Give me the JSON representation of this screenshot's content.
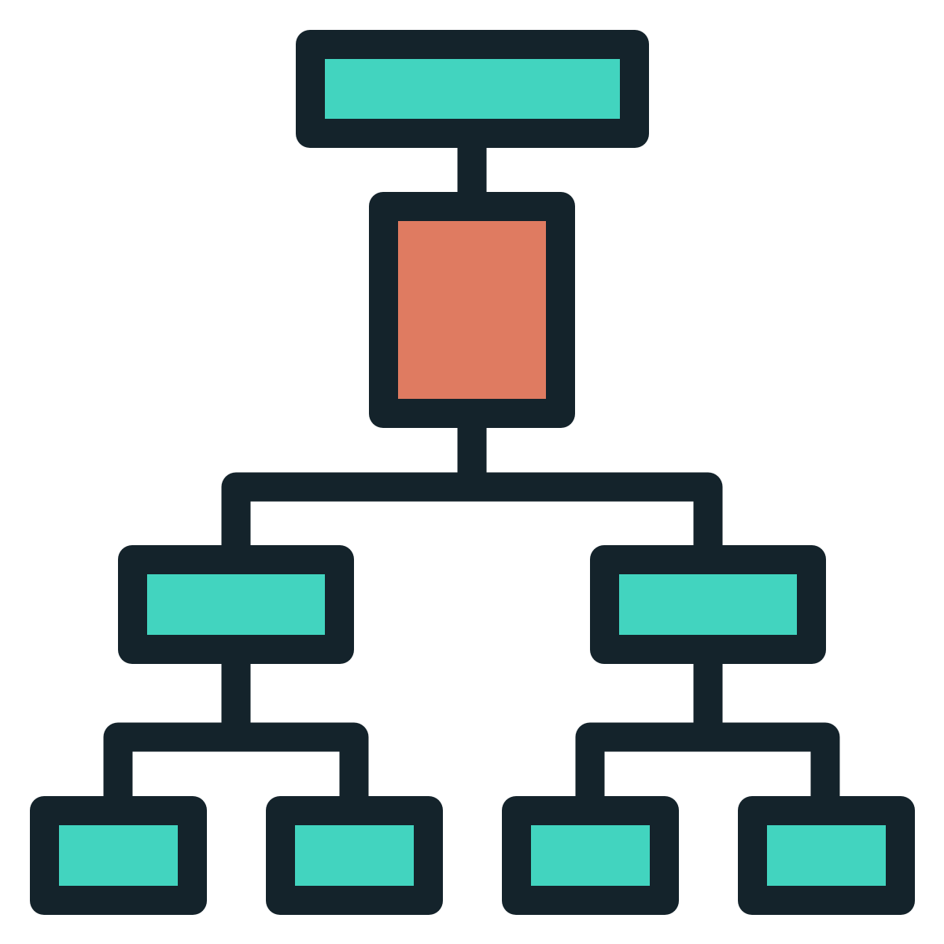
{
  "colors": {
    "outline": "#14232b",
    "primary_fill": "#42d4bf",
    "accent_fill": "#df7b61",
    "background": "#ffffff"
  },
  "icon": {
    "name": "org-chart-hierarchy-icon",
    "nodes": [
      {
        "id": "root",
        "fill": "primary_fill"
      },
      {
        "id": "center",
        "fill": "accent_fill"
      },
      {
        "id": "mid-left",
        "fill": "primary_fill"
      },
      {
        "id": "mid-right",
        "fill": "primary_fill"
      },
      {
        "id": "leaf-1",
        "fill": "primary_fill"
      },
      {
        "id": "leaf-2",
        "fill": "primary_fill"
      },
      {
        "id": "leaf-3",
        "fill": "primary_fill"
      },
      {
        "id": "leaf-4",
        "fill": "primary_fill"
      }
    ]
  }
}
